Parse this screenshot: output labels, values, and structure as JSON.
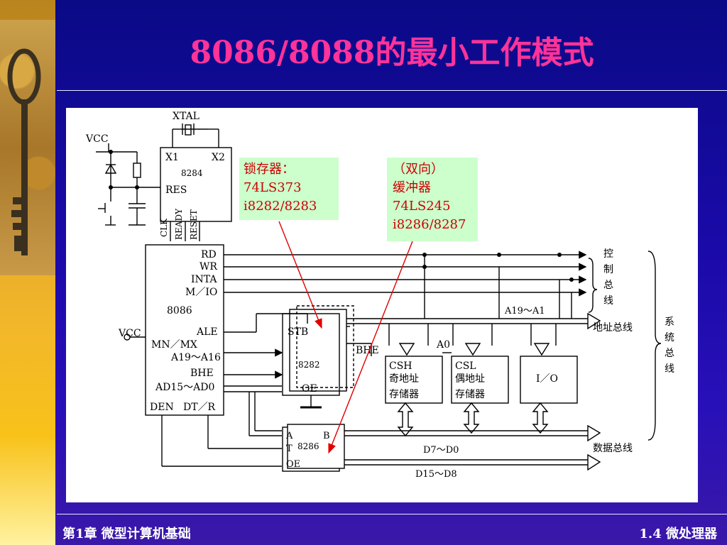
{
  "title": "8086/8088的最小工作模式",
  "callouts": {
    "latch": [
      "锁存器：",
      "74LS373",
      "i8282/8283"
    ],
    "buffer": [
      "（双向）",
      "缓冲器",
      "74LS245",
      "i8286/8287"
    ]
  },
  "diagram": {
    "xtal": "XTAL",
    "vcc_top": "VCC",
    "x1": "X1",
    "x2": "X2",
    "clockgen": "8284",
    "res": "RES",
    "clk": "CLK",
    "ready": "READY",
    "reset": "RESET",
    "cpu": "8086",
    "cpu_pins_right": [
      "RD",
      "WR",
      "INTA",
      "M／IO"
    ],
    "ale": "ALE",
    "vcc_left": "VCC",
    "mnmx": "MN／MX",
    "a19a16": "A19～A16",
    "bhe_pin": "BHE",
    "ad15ad0": "AD15～AD0",
    "den": "DEN",
    "dtr": "DT／R",
    "latch_stb": "STB",
    "latch_chip": "8282",
    "latch_oe": "OE",
    "bhe_label": "BHE",
    "a0": "A0",
    "a19a1": "A19～A1",
    "odd_cs": "CSH",
    "odd_name": "奇地址",
    "odd_store": "存储器",
    "even_cs": "CSL",
    "even_name": "偶地址",
    "even_store": "存储器",
    "io": "I／O",
    "xcvr_a": "A",
    "xcvr_b": "B",
    "xcvr_t": "T",
    "xcvr_chip": "8286",
    "xcvr_oe": "OE",
    "d7d0": "D7～D0",
    "d15d8": "D15～D8",
    "control_bus": [
      "控",
      "制",
      "总",
      "线"
    ],
    "address_bus": "地址总线",
    "data_bus": "数据总线",
    "system_bus": [
      "系",
      "统",
      "总",
      "线"
    ]
  },
  "footer": {
    "left": "第1章  微型计算机基础",
    "right": "1.4  微处理器"
  }
}
